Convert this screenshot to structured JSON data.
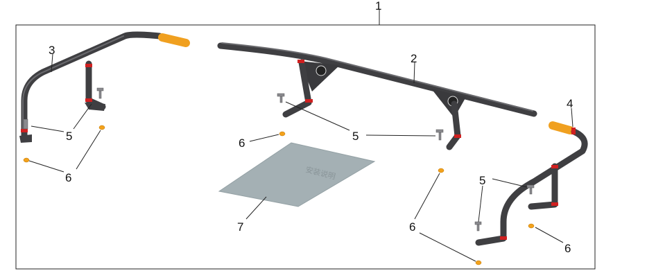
{
  "diagram": {
    "callouts": {
      "assembly": "1",
      "crossbar": "2",
      "left_bar": "3",
      "right_bar": "4",
      "bolt": "5",
      "nut": "6",
      "manual": "7"
    },
    "manual_cover_text": "安装说明",
    "colors": {
      "tube": "#3f3f42",
      "cap": "#f0a020",
      "ring": "#d02020",
      "paper": "#a4b0b4"
    }
  }
}
